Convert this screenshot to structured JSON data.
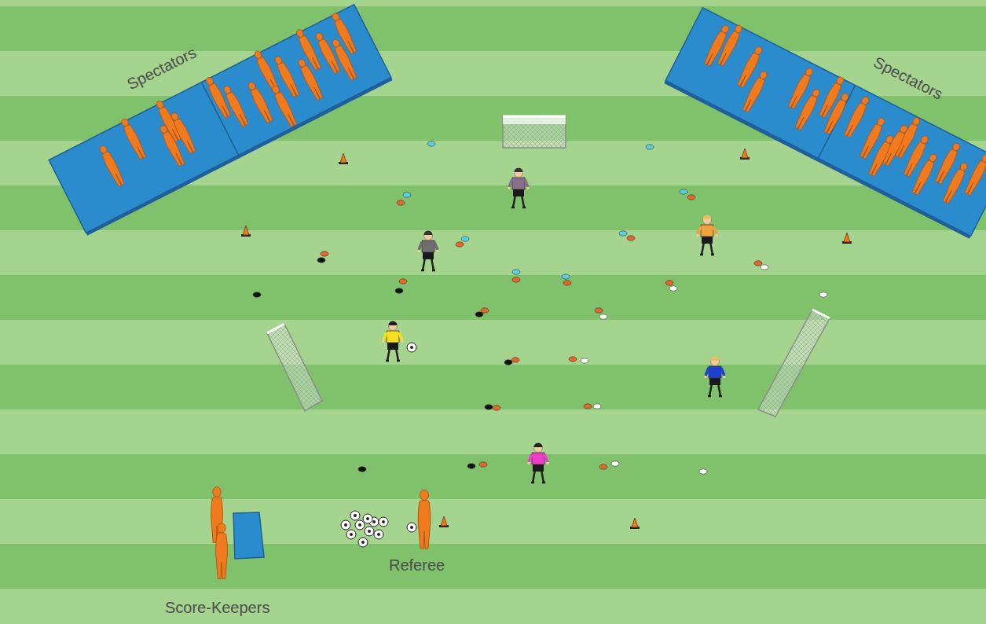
{
  "diagram": {
    "nodes": [
      {
        "text": [
          "Spectators"
        ]
      },
      {
        "text": [
          "Spectators"
        ]
      }
    ],
    "labels": [
      "Referee",
      "Score-Keepers"
    ]
  }
}
